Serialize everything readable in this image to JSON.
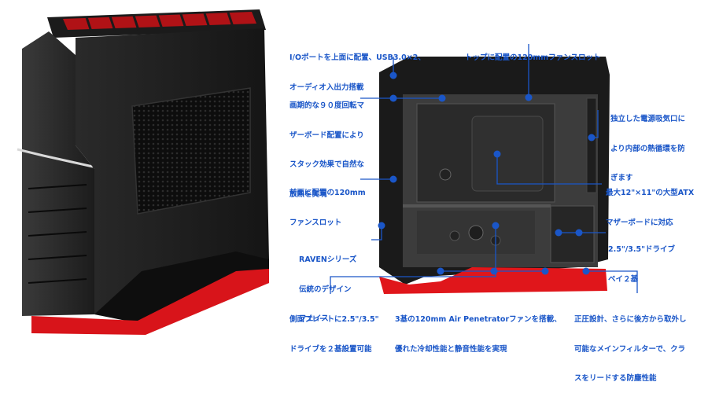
{
  "callouts": [
    {
      "id": "io-ports",
      "lines": [
        "I/Oポートを上面に配置、USB3.0×2、",
        "オーディオ入出力搭載"
      ]
    },
    {
      "id": "rotated-board",
      "lines": [
        "画期的な９０度回転マ",
        "ザーボード配置により",
        "スタック効果で自然な",
        "放熱を実現"
      ]
    },
    {
      "id": "front-fan",
      "lines": [
        "前面に配置の120mm",
        "ファンスロット"
      ]
    },
    {
      "id": "raven-face",
      "lines": [
        "RAVENシリーズ",
        "伝統のデザイン",
        "フェイス"
      ]
    },
    {
      "id": "side-drive",
      "lines": [
        "側面プレートに2.5\"/3.5\"",
        "ドライブを２基設置可能"
      ]
    },
    {
      "id": "top-fan",
      "lines": [
        "トップに配置の120mmファンスロット"
      ]
    },
    {
      "id": "psu-intake",
      "lines": [
        "独立した電源吸気口に",
        "より内部の熱循環を防",
        "ぎます"
      ]
    },
    {
      "id": "atx-board",
      "lines": [
        "最大12\"×11\"の大型ATX",
        "マザーボードに対応"
      ]
    },
    {
      "id": "drive-bay",
      "lines": [
        "2.5\"/3.5\"ドライブ",
        "ベイ２基"
      ]
    },
    {
      "id": "air-penetrator",
      "lines": [
        "3基の120mm Air Penetratorファンを搭載、",
        "優れた冷却性能と静音性能を実現"
      ]
    },
    {
      "id": "positive-pressure",
      "lines": [
        "正圧設計、さらに後方から取外し",
        "可能なメインフィルターで、クラ",
        "スをリードする防塵性能"
      ]
    }
  ],
  "colors": {
    "accent": "#1a56c8",
    "case_black": "#111111",
    "case_red": "#d8141a"
  }
}
